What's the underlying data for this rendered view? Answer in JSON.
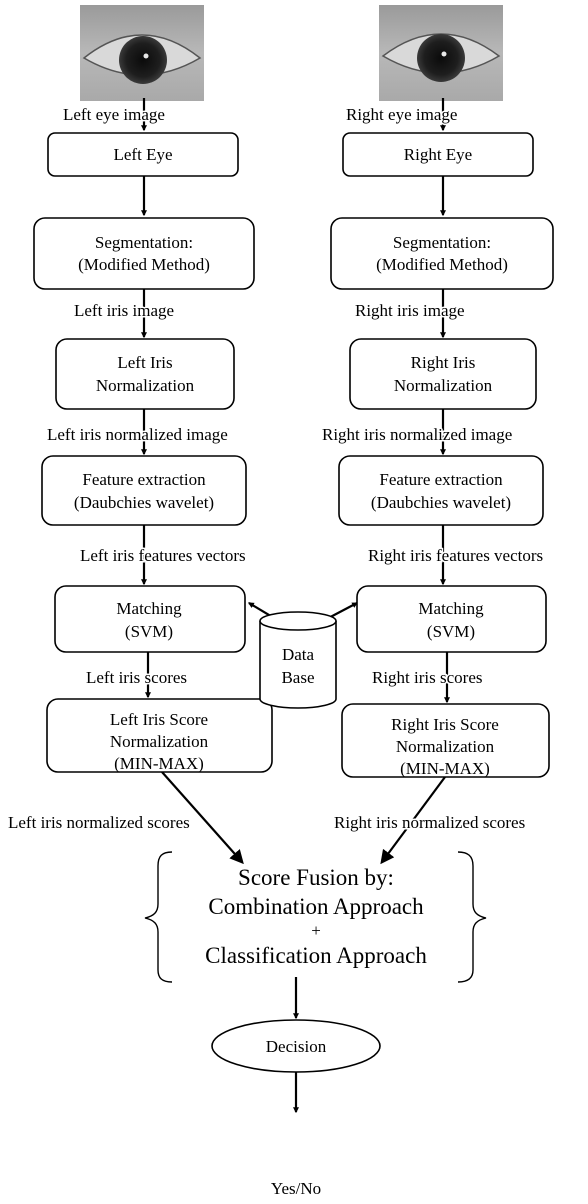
{
  "left": {
    "eye_image_label": "Left eye image",
    "eye_box": "Left Eye",
    "segmentation": [
      "Segmentation:",
      "(Modified Method)"
    ],
    "iris_image_label": "Left iris image",
    "normalization": [
      "Left Iris",
      "Normalization"
    ],
    "normalized_image_label": "Left iris normalized image",
    "feature_extraction": [
      "Feature extraction",
      "(Daubchies wavelet)"
    ],
    "features_label": "Left iris features vectors",
    "matching": [
      "Matching",
      "(SVM)"
    ],
    "scores_label": "Left iris scores",
    "score_norm": [
      "Left Iris Score",
      "Normalization",
      "(MIN-MAX)"
    ],
    "normalized_scores_label": "Left iris normalized scores"
  },
  "right": {
    "eye_image_label": "Right eye image",
    "eye_box": "Right Eye",
    "segmentation": [
      "Segmentation:",
      "(Modified Method)"
    ],
    "iris_image_label": "Right iris image",
    "normalization": [
      "Right Iris",
      "Normalization"
    ],
    "normalized_image_label": "Right iris normalized image",
    "feature_extraction": [
      "Feature extraction",
      "(Daubchies wavelet)"
    ],
    "features_label": "Right iris features vectors",
    "matching": [
      "Matching",
      "(SVM)"
    ],
    "scores_label": "Right iris scores",
    "score_norm": [
      "Right Iris Score",
      "Normalization",
      "(MIN-MAX)"
    ],
    "normalized_scores_label": "Right iris normalized scores"
  },
  "database": [
    "Data",
    "Base"
  ],
  "fusion": [
    "Score Fusion by:",
    "Combination Approach",
    "+",
    "Classification Approach"
  ],
  "decision": "Decision",
  "output": "Yes/No"
}
